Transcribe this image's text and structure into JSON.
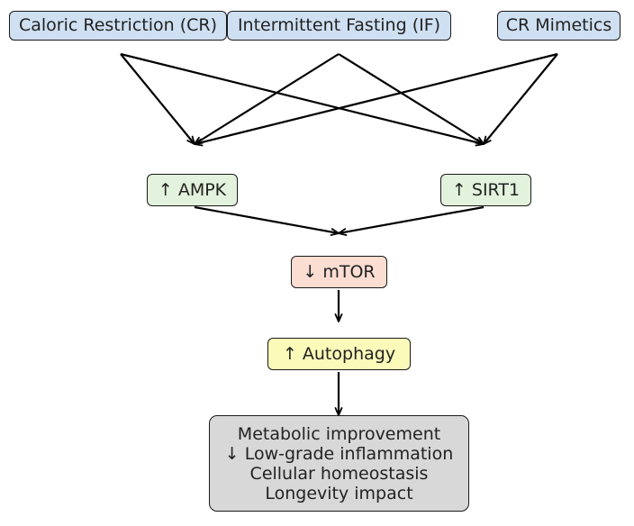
{
  "colors": {
    "intervention_fill": "#cfe0f2",
    "sensor_fill": "#e3f2dc",
    "mtor_fill": "#fbddd2",
    "autophagy_fill": "#fbfab9",
    "outcome_fill": "#d8d8d8",
    "border": "#1a1a1a",
    "arrow": "#000000",
    "text": "#222222"
  },
  "interventions": {
    "cr": "Caloric Restriction (CR)",
    "if": "Intermittent Fasting (IF)",
    "crm": "CR Mimetics"
  },
  "sensors": {
    "ampk": "↑ AMPK",
    "sirt1": "↑ SIRT1"
  },
  "mtor": "↓ mTOR",
  "autophagy": "↑ Autophagy",
  "outcome": {
    "lines": [
      "Metabolic improvement",
      "↓ Low-grade inflammation",
      "Cellular homeostasis",
      "Longevity impact"
    ]
  },
  "edges": [
    [
      "cr",
      "ampk"
    ],
    [
      "cr",
      "sirt1"
    ],
    [
      "if",
      "ampk"
    ],
    [
      "if",
      "sirt1"
    ],
    [
      "crm",
      "ampk"
    ],
    [
      "crm",
      "sirt1"
    ],
    [
      "ampk",
      "mtor"
    ],
    [
      "sirt1",
      "mtor"
    ],
    [
      "mtor",
      "autophagy"
    ],
    [
      "autophagy",
      "outcome"
    ]
  ]
}
